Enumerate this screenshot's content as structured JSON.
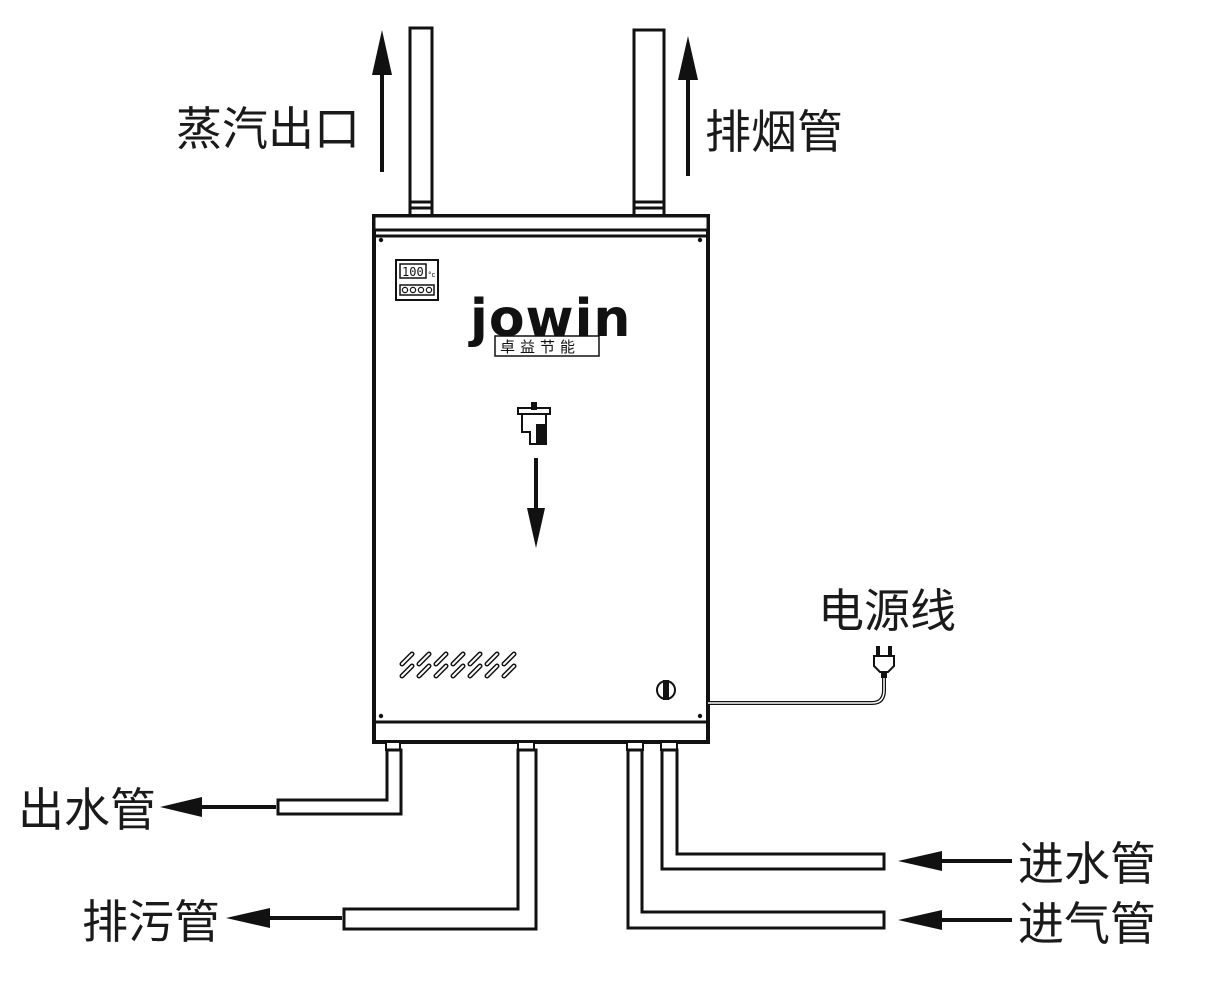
{
  "labels": {
    "steam_outlet": "蒸汽出口",
    "flue_pipe": "排烟管",
    "power_cord": "电源线",
    "water_outlet": "出水管",
    "drain_pipe": "排污管",
    "water_inlet": "进水管",
    "gas_inlet": "进气管"
  },
  "brand": {
    "logo": "jowin",
    "subtitle": "卓益节能"
  },
  "display": {
    "temperature": "100",
    "unit": "°c"
  }
}
